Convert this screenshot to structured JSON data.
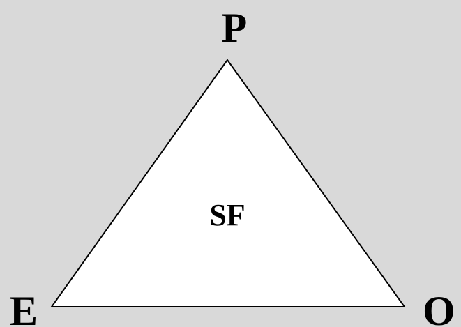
{
  "diagram": {
    "vertices": {
      "top": "P",
      "bottom_left": "E",
      "bottom_right": "O"
    },
    "center_label": "SF"
  },
  "colors": {
    "background": "#d9d9d9",
    "triangle_fill": "#ffffff",
    "stroke": "#000000",
    "text": "#000000"
  }
}
